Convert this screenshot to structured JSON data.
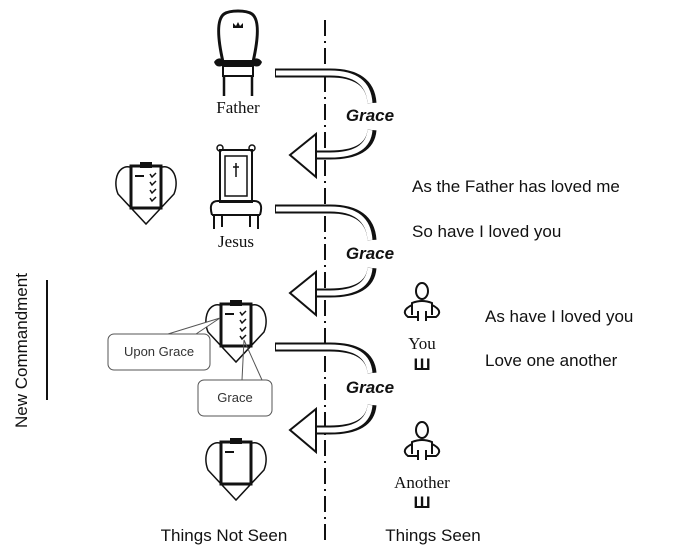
{
  "figures": {
    "father": "Father",
    "jesus": "Jesus",
    "you": "You",
    "another": "Another",
    "foot_symbol": "Ш"
  },
  "arrows": [
    {
      "label": "Grace"
    },
    {
      "label": "Grace"
    },
    {
      "label": "Grace"
    }
  ],
  "quotes": [
    "As the Father has loved me",
    "So have I loved you",
    "As have I loved you",
    "Love one another"
  ],
  "callouts": {
    "upon_grace": "Upon Grace",
    "grace": "Grace"
  },
  "side_label": "New Commandment",
  "columns": {
    "left": "Things Not Seen",
    "right": "Things Seen"
  }
}
